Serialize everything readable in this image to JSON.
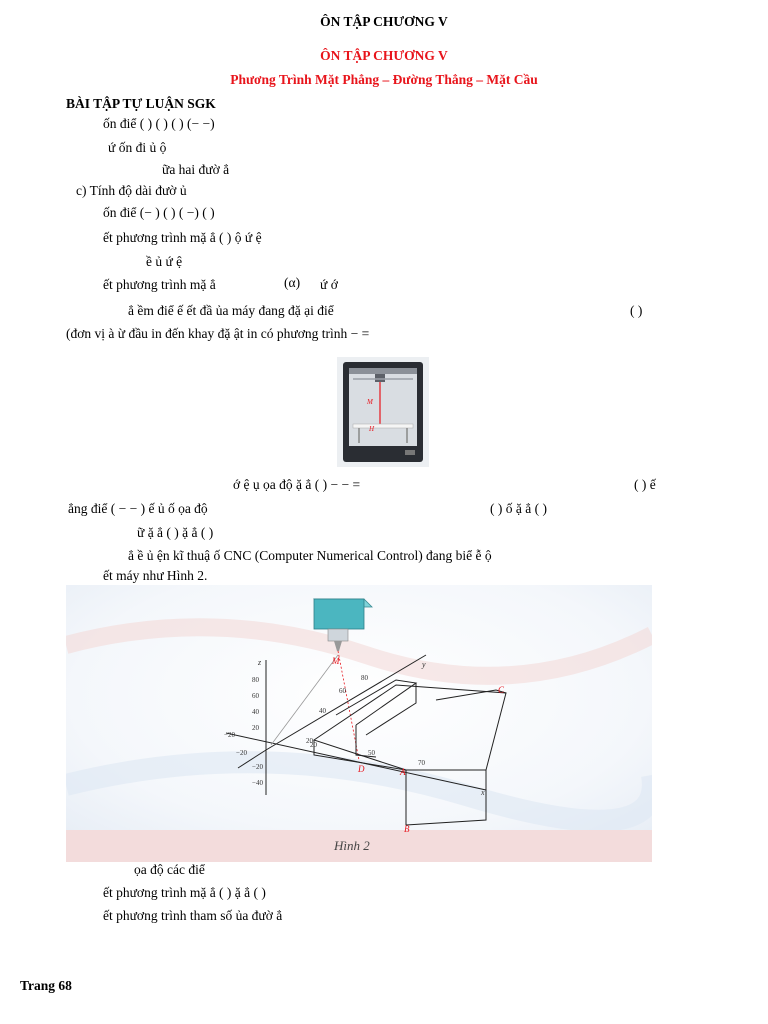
{
  "header": {
    "title": "ÔN TẬP CHƯƠNG V",
    "subtitle_red": "ÔN TẬP CHƯƠNG V",
    "topic_red": "Phương Trình Mặt Phẳng – Đường Thẳng – Mặt Cầu"
  },
  "section_title": "BÀI TẬP TỰ LUẬN SGK",
  "lines": [
    "ốn điể        (        )    (        )    (        )    (−     −)",
    "ứ                                   ốn đi       ủ     ộ",
    "ữa hai đườ          ẳ",
    "c) Tính độ dài đườ              ủ",
    "ốn điể        (−        )    (        )    (      −)    (        )",
    "ết phương trình mặ       ẳ     (        )                              ộ   ứ    ệ",
    "ề                 ủ    ứ    ệ",
    "ết phương trình mặ       ẳ",
    "ẳ     ềm điể        ế                          ết đầ                  ủa máy đang đặ    ại điể",
    "(đơn vị                           à              ừ đầu in đến khay đặ    ật in có phương trình     −   =",
    "ớ    ệ    ụ    ọa độ                               ặ      ẳ     (  )     −    −    =",
    "ẳng điể        (    −    −  )                        ế                       ủ     ố    ọa độ",
    "ữ     ặ     ẳ    (  )         ặ      ẳ     (  )",
    "ẳ     ề        ủ         ện kĩ thuậ    ố CNC (Computer Numerical Control) đang biể       ễ     ộ",
    "ết máy như Hình 2.",
    "ọa độ các điể",
    "ết phương trình mặ       ẳ     (        )          ặ      ẳ      (        )",
    "ết phương trình tham số   ủa đườ         ẳ"
  ],
  "inline_math": {
    "alpha": "(α)",
    "alpha_tail": "ứ                                  ớ",
    "point_paren": "(            )",
    "line11_tail": "(  )       ế",
    "line12_tail": "(          )       ố       ặ     ẳ      (  )"
  },
  "figure1": {
    "labels": [
      "M",
      "H"
    ]
  },
  "figure2": {
    "caption": "Hình 2",
    "axis_labels": [
      "z",
      "y",
      "x"
    ],
    "point_labels": [
      "M",
      "C",
      "D",
      "A",
      "B"
    ],
    "z_ticks": [
      "80",
      "60",
      "40",
      "20",
      "−20",
      "−40"
    ],
    "y_ticks": [
      "20",
      "40",
      "60",
      "80"
    ],
    "x_ticks": [
      "20",
      "50",
      "70"
    ],
    "neg_ticks": [
      "−20",
      "−20"
    ]
  },
  "footer": {
    "page_label": "Trang 68"
  }
}
